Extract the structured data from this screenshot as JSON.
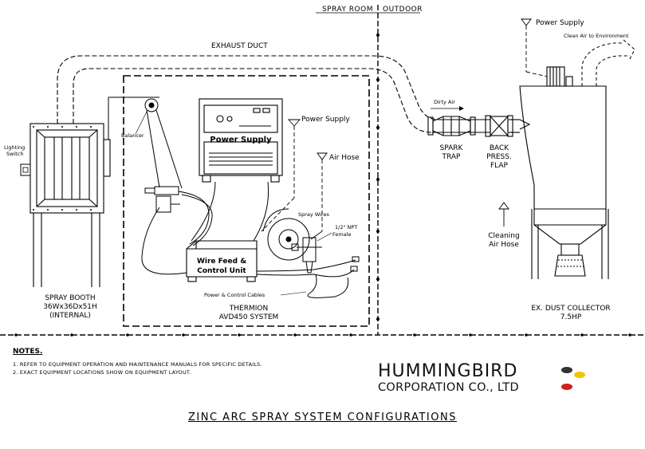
{
  "header": {
    "left_zone": "SPRAY ROOM",
    "right_zone": "OUTDOOR"
  },
  "duct": {
    "label": "EXHAUST DUCT"
  },
  "booth": {
    "title": "SPRAY BOOTH",
    "size": "36Wx36Dx51H",
    "note": "(INTERNAL)",
    "lighting_switch": [
      "Lighting",
      "Switch"
    ],
    "balancer": "Balancer"
  },
  "system": {
    "power_supply_face": "Power Supply",
    "power_supply_label": "Power Supply",
    "air_hose_label": "Air Hose",
    "spray_wires": "Spray Wires",
    "npt": [
      "1/2\" NPT",
      "Female"
    ],
    "wire_feed": [
      "Wire Feed &",
      "Control Unit"
    ],
    "cables": "Power & Control Cables",
    "name": "THERMION",
    "model": "AVD450 SYSTEM"
  },
  "exhaust_path": {
    "dirty_air": "Dirty Air",
    "spark_trap": [
      "SPARK",
      "TRAP"
    ],
    "flap": [
      "BACK",
      "PRESS.",
      "FLAP"
    ]
  },
  "collector": {
    "power_supply": "Power Supply",
    "clean_air": "Clean Air to Environment",
    "cleaning": [
      "Cleaning",
      "Air Hose"
    ],
    "title": "EX. DUST COLLECTOR",
    "power": "7.5HP"
  },
  "notes": {
    "title": "NOTES.",
    "items": [
      "1.  REFER TO EQUIPMENT OPERATION AND MAINTENANCE MANUALS FOR SPECIFIC DETAILS.",
      "2.  EXACT EQUIPMENT LOCATIONS SHOW ON EQUIPMENT LAYOUT."
    ]
  },
  "brand": {
    "name": "HUMMINGBIRD",
    "sub": "CORPORATION CO., LTD",
    "colors": {
      "dark": "#333333",
      "yellow": "#f2c500",
      "red": "#d21f1f"
    }
  },
  "footer": {
    "title": "ZINC  ARC  SPRAY  SYSTEM  CONFIGURATIONS"
  }
}
